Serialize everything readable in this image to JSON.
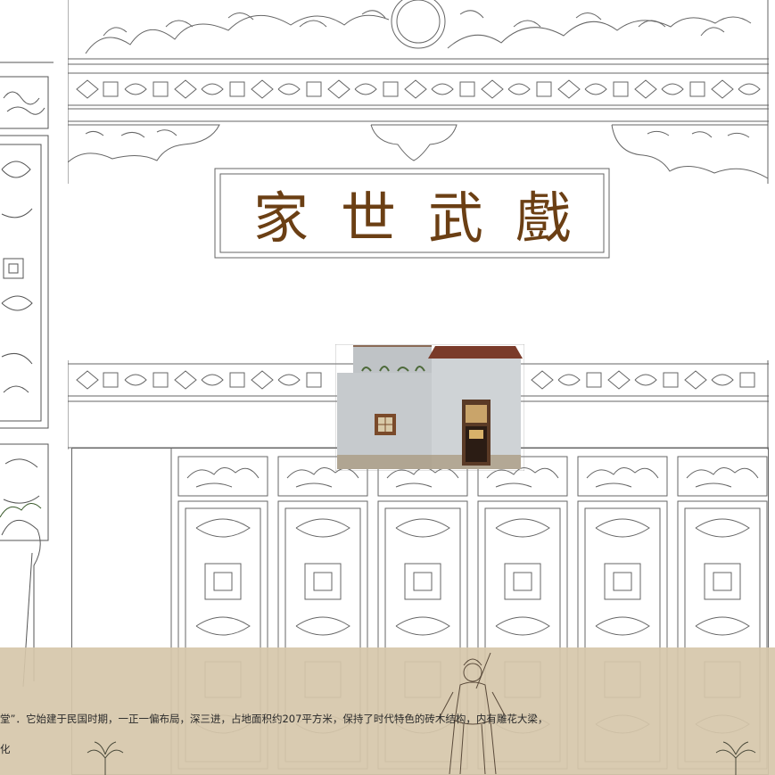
{
  "plaque": {
    "text": "家世武戲"
  },
  "caption": {
    "line1": "堂”．它始建于民国时期，一正一偏布局，深三进，占地面积约207平方米，保持了时代特色的砖木结构，内有雕花大梁，",
    "line2": "化"
  },
  "colors": {
    "ink": "#555555",
    "plaque_text": "#6b3f14",
    "band": "#d6c7aa",
    "wall": "#c9cdd0",
    "roof": "#7a3b2a"
  },
  "icons": {
    "left_panel": "carved-lattice-panel",
    "house": "house-facade-photo",
    "figure": "warrior-figure-illustration",
    "plants": "potted-plant-illustration"
  }
}
